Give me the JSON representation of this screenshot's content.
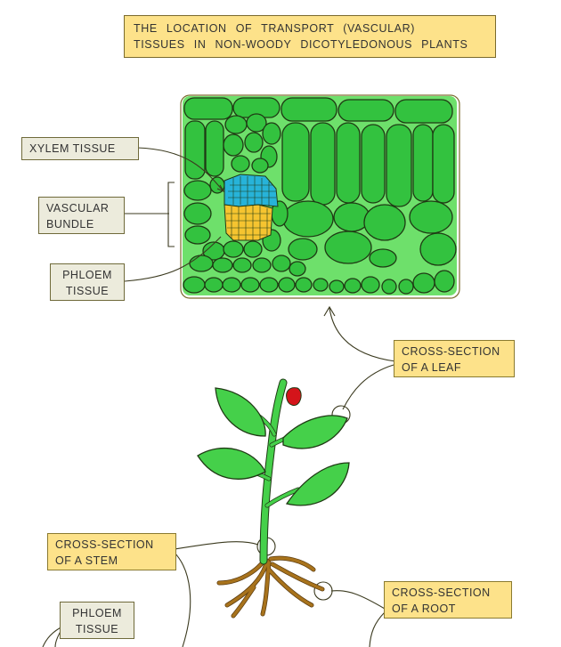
{
  "title": {
    "line1": "THE LOCATION OF TRANSPORT (VASCULAR)",
    "line2": "TISSUES IN NON-WOODY DICOTYLEDONOUS PLANTS"
  },
  "leaf_section_labels": {
    "xylem": {
      "line1": "XYLEM TISSUE"
    },
    "vascular_bundle": {
      "line1": "VASCULAR",
      "line2": "BUNDLE"
    },
    "phloem": {
      "line1": "PHLOEM",
      "line2": "TISSUE"
    }
  },
  "plant_labels": {
    "leaf": {
      "line1": "CROSS-SECTION",
      "line2": "OF A LEAF"
    },
    "stem": {
      "line1": "CROSS-SECTION",
      "line2": "OF A STEM"
    },
    "root": {
      "line1": "CROSS-SECTION",
      "line2": "OF A ROOT"
    }
  },
  "bottom_labels": {
    "phloem": {
      "line1": "PHLOEM",
      "line2": "TISSUE"
    }
  },
  "colors": {
    "title_bg": "#fde28a",
    "tag_grey_bg": "#ecebdc",
    "tag_yellow_bg": "#fde28a",
    "cell_green": "#33c23f",
    "tissue_light_green": "#6ee06b",
    "xylem_blue": "#27b3d9",
    "phloem_yellow": "#f5c430",
    "leaf_green": "#45d04a",
    "root_brown": "#a8731c",
    "flower_red": "#d4141a",
    "outline": "#1f3a14"
  }
}
